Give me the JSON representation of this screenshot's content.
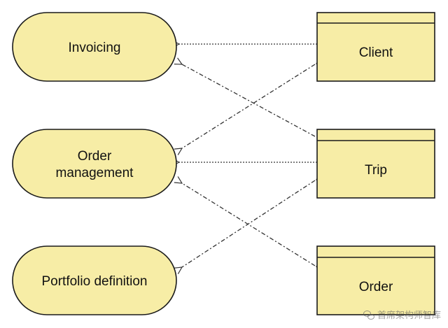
{
  "colors": {
    "fill": "#f7eda6",
    "stroke": "#1a1a1a",
    "connector": "#333333"
  },
  "use_cases": [
    {
      "id": "invoicing",
      "lines": [
        "Invoicing"
      ]
    },
    {
      "id": "order-management",
      "lines": [
        "Order",
        "management"
      ]
    },
    {
      "id": "portfolio-definition",
      "lines": [
        "Portfolio definition"
      ]
    }
  ],
  "classes": [
    {
      "id": "client",
      "label": "Client"
    },
    {
      "id": "trip",
      "label": "Trip"
    },
    {
      "id": "order",
      "label": "Order"
    }
  ],
  "connectors": [
    {
      "from": "client",
      "to": "invoicing",
      "style": "dotted"
    },
    {
      "from": "trip",
      "to": "invoicing",
      "style": "dash-dot"
    },
    {
      "from": "client",
      "to": "order-management",
      "style": "dash-dot"
    },
    {
      "from": "trip",
      "to": "order-management",
      "style": "dotted"
    },
    {
      "from": "order",
      "to": "order-management",
      "style": "dash-dot"
    },
    {
      "from": "trip",
      "to": "portfolio-definition",
      "style": "dash-dot"
    }
  ],
  "watermark": {
    "text": "首席架构师智库",
    "icon": "wechat-icon"
  }
}
